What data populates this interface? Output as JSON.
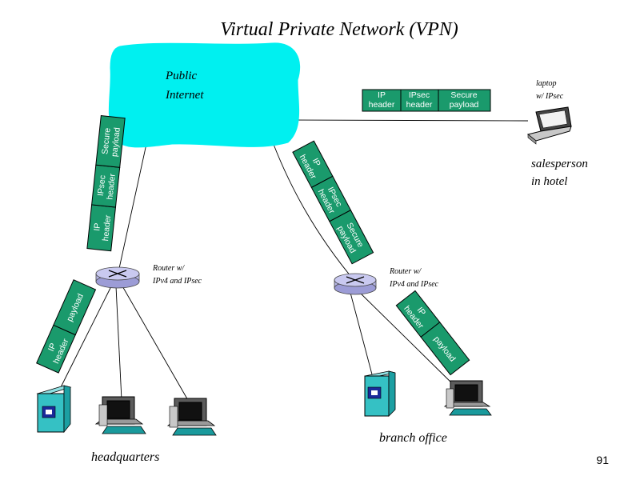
{
  "title": "Virtual Private Network (VPN)",
  "cloud": {
    "line1": "Public",
    "line2": "Internet"
  },
  "laptop_label": {
    "line1": "laptop",
    "line2": "w/ IPsec"
  },
  "salesperson_label": {
    "line1": "salesperson",
    "line2": "in hotel"
  },
  "router_hq_label": {
    "line1": "Router w/",
    "line2": "IPv4 and IPsec"
  },
  "router_branch_label": {
    "line1": "Router w/",
    "line2": "IPv4 and IPsec"
  },
  "hq_label": "headquarters",
  "branch_label": "branch office",
  "page_number": "91",
  "packet_top": {
    "ip": [
      "IP",
      "header"
    ],
    "ipsec": [
      "IPsec",
      "header"
    ],
    "secure": [
      "Secure",
      "payload"
    ]
  },
  "packet_hq_up": {
    "ip": [
      "IP",
      "header"
    ],
    "ipsec": [
      "IPsec",
      "header"
    ],
    "secure": [
      "Secure",
      "payload"
    ]
  },
  "packet_branch_up": {
    "ip": [
      "IP",
      "header"
    ],
    "ipsec": [
      "IPsec",
      "header"
    ],
    "secure": [
      "Secure",
      "payload"
    ]
  },
  "packet_hq_local": {
    "ip": [
      "IP",
      "header"
    ],
    "payload": "payload"
  },
  "packet_branch_local": {
    "ip": [
      "IP",
      "header"
    ],
    "payload": "payload"
  },
  "colors": {
    "cloud": "#00f0f0",
    "packet": "#1a9a6c",
    "router": "#c9c9f0",
    "server": "#35c1c4"
  }
}
